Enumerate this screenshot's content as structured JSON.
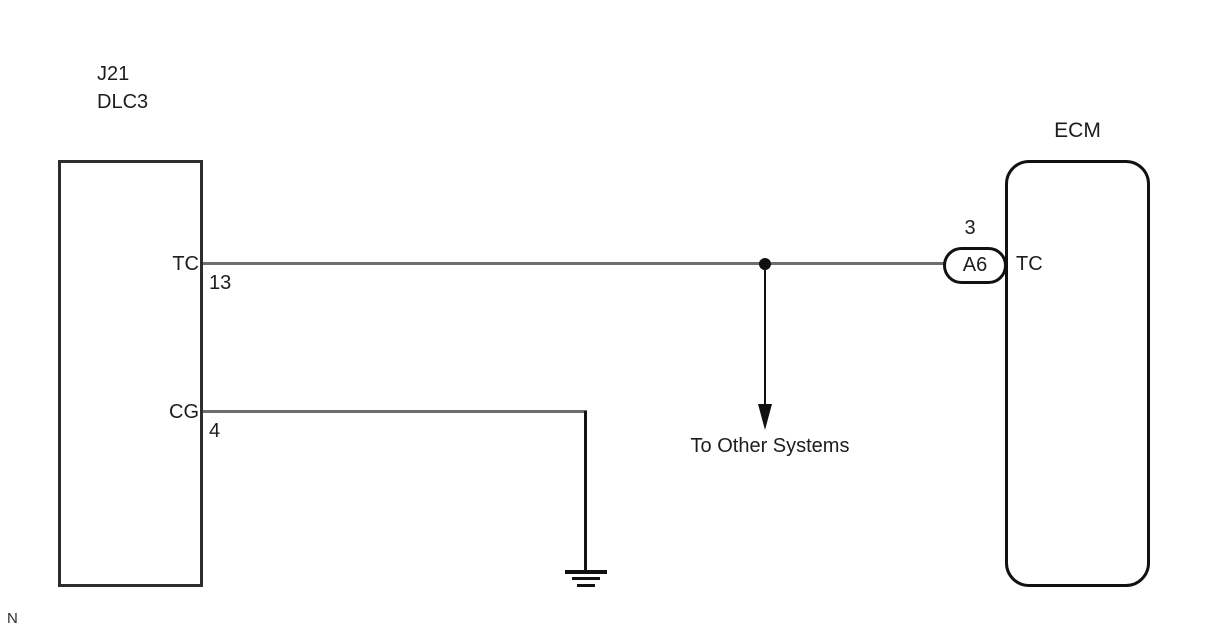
{
  "page": {
    "footnote": "N"
  },
  "dlc3": {
    "code": "J21",
    "name": "DLC3",
    "pins": [
      {
        "label": "TC",
        "number": "13"
      },
      {
        "label": "CG",
        "number": "4"
      }
    ]
  },
  "ecm": {
    "title": "ECM",
    "pin": {
      "number": "3",
      "connector": "A6",
      "label": "TC"
    }
  },
  "branch": {
    "label": "To Other Systems"
  },
  "ground": {
    "symbol": "ground-icon"
  },
  "colors": {
    "wire_gray": "#6e6e6e",
    "line_black": "#141414"
  }
}
